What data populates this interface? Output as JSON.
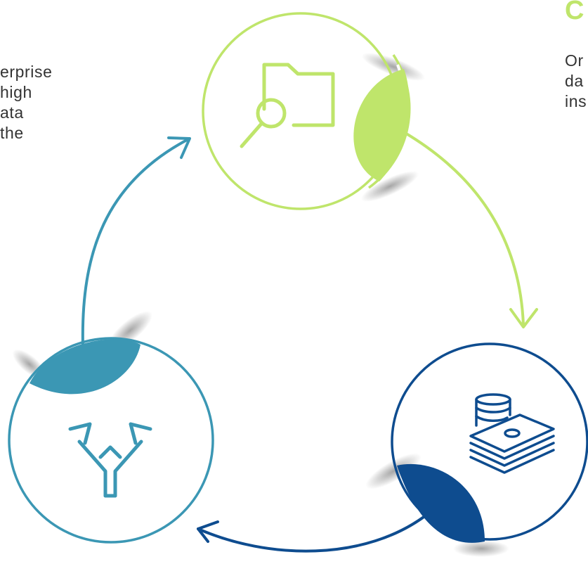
{
  "left_text": "erprise\nhigh\nata\nthe",
  "right_heading": "C",
  "right_text": "Or\nda\nins",
  "colors": {
    "green": "#bfe56b",
    "teal": "#3b97b4",
    "navy": "#0e4c8f",
    "text": "#333333"
  },
  "icons": {
    "top": "folder-search-icon",
    "bottom_right": "money-coins-icon",
    "bottom_left": "split-arrows-icon"
  }
}
